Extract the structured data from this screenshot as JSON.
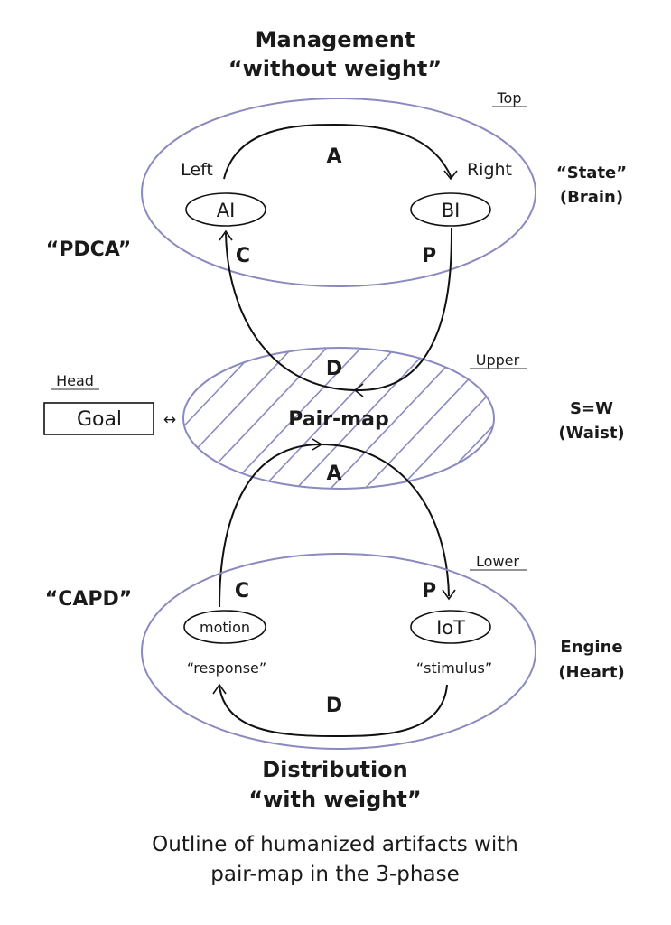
{
  "header": {
    "line1": "Management",
    "line2": "“without weight”"
  },
  "footer": {
    "line1": "Distribution",
    "line2": "“with weight”"
  },
  "caption": {
    "line1": "Outline of humanized artifacts with",
    "line2": "pair-map in the 3-phase"
  },
  "phases": {
    "top": {
      "tag": "Top",
      "side_left": "“PDCA”",
      "side_right_1": "“State”",
      "side_right_2": "(Brain)",
      "left_label": "Left",
      "right_label": "Right",
      "node_left": "AI",
      "node_right": "BI",
      "arc_label": "A",
      "c_label": "C",
      "p_label": "P"
    },
    "upper": {
      "tag": "Upper",
      "head_tag": "Head",
      "goal": "Goal",
      "link": "↔",
      "center": "Pair-map",
      "d_label": "D",
      "a_label": "A",
      "side_right_1": "S=W",
      "side_right_2": "(Waist)"
    },
    "lower": {
      "tag": "Lower",
      "side_left": "“CAPD”",
      "side_right_1": "Engine",
      "side_right_2": "(Heart)",
      "node_left": "motion",
      "node_right": "IoT",
      "sub_left": "“response”",
      "sub_right": "“stimulus”",
      "c_label": "C",
      "p_label": "P",
      "arc_label": "D"
    }
  },
  "colors": {
    "ellipse_stroke": "#8a8ac0",
    "ink": "#111111"
  }
}
